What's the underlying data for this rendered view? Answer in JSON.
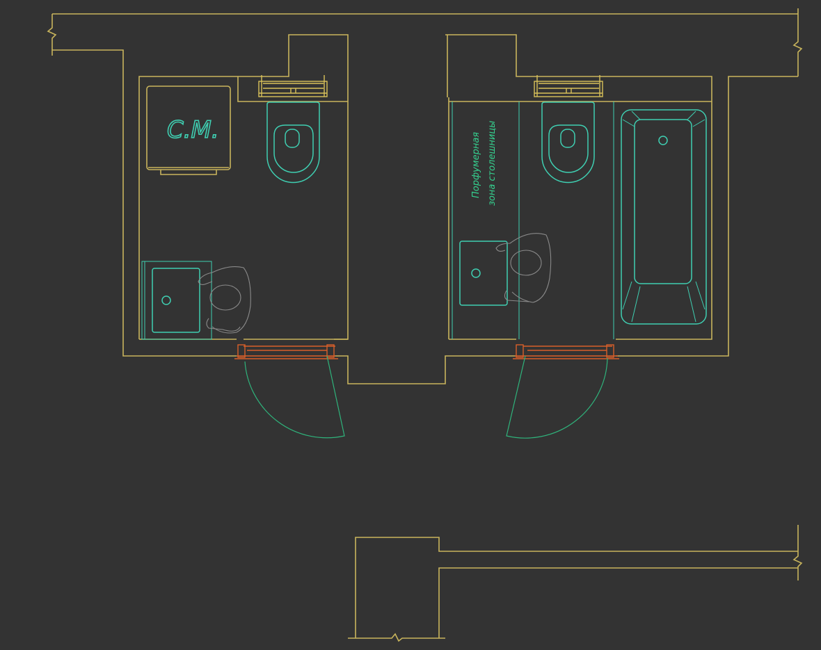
{
  "drawing": {
    "type": "bathroom floor plan (CAD)",
    "colors": {
      "background": "#333333",
      "walls": "#c9b55c",
      "fixtures": "#3fcfb2",
      "doors": "#d9602a",
      "door_swing": "#2fb47c",
      "people": "#8a8a8a"
    },
    "labels": {
      "washing_machine": "С.М.",
      "perfume_zone_line1": "Порфумерная",
      "perfume_zone_line2": "зона столешницы"
    }
  }
}
